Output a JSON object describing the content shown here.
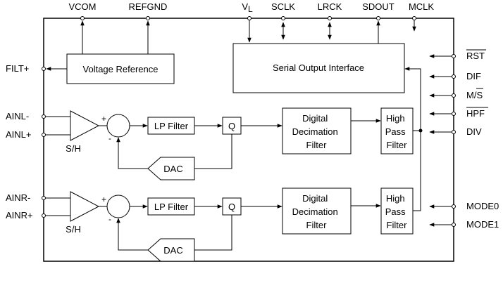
{
  "pins_top": {
    "vcom": "VCOM",
    "refgnd": "REFGND",
    "vl_main": "V",
    "vl_sub": "L",
    "sclk": "SCLK",
    "lrck": "LRCK",
    "sdout": "SDOUT",
    "mclk": "MCLK"
  },
  "pins_left": {
    "filt": "FILT+",
    "ainl_minus": "AINL-",
    "ainl_plus": "AINL+",
    "ainr_minus": "AINR-",
    "ainr_plus": "AINR+"
  },
  "pins_right": {
    "rst": "RST",
    "dif": "DIF",
    "ms_m": "M/",
    "ms_s": "S",
    "hpf": "HPF",
    "div": "DIV",
    "mode0": "MODE0",
    "mode1": "MODE1"
  },
  "blocks": {
    "voltage_reference": "Voltage Reference",
    "serial_output_interface": "Serial Output Interface",
    "lp_filter": "LP Filter",
    "q": "Q",
    "dac": "DAC",
    "decimation_line1": "Digital",
    "decimation_line2": "Decimation",
    "decimation_line3": "Filter",
    "hpf_line1": "High",
    "hpf_line2": "Pass",
    "hpf_line3": "Filter",
    "sample_hold": "S/H",
    "plus": "+",
    "minus": "-"
  }
}
